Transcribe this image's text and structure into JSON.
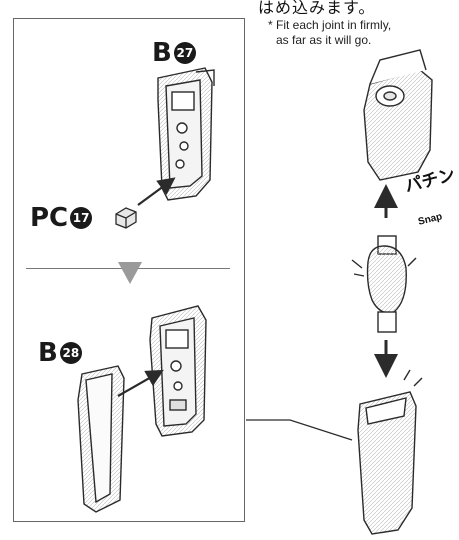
{
  "header": {
    "jp_instruction": "はめ込みます。",
    "note_line1": "* Fit each joint in firmly,",
    "note_line2": "as far as it will go."
  },
  "labels": {
    "part_b_prefix": "B",
    "part_b27_number": "27",
    "part_pc_prefix": "PC",
    "part_pc17_number": "17",
    "part_b28_prefix": "B",
    "part_b28_number": "28",
    "snap_jp": "パチン",
    "snap_en": "Snap"
  },
  "colors": {
    "line": "#2b2b2b",
    "frame": "#666666",
    "arrow_grey": "#9a9a9a",
    "shade": "#cfcfcf"
  }
}
